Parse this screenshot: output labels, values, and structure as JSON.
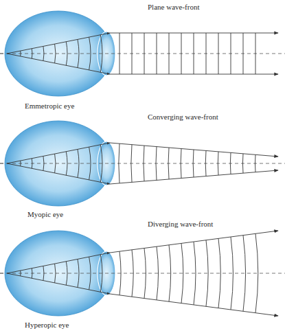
{
  "diagram": {
    "labels": [
      "Plane wave-front",
      "Emmetropic eye",
      "Converging wave-front",
      "Myopic eye",
      "Diverging wave-front",
      "Hyperopic eye"
    ]
  }
}
